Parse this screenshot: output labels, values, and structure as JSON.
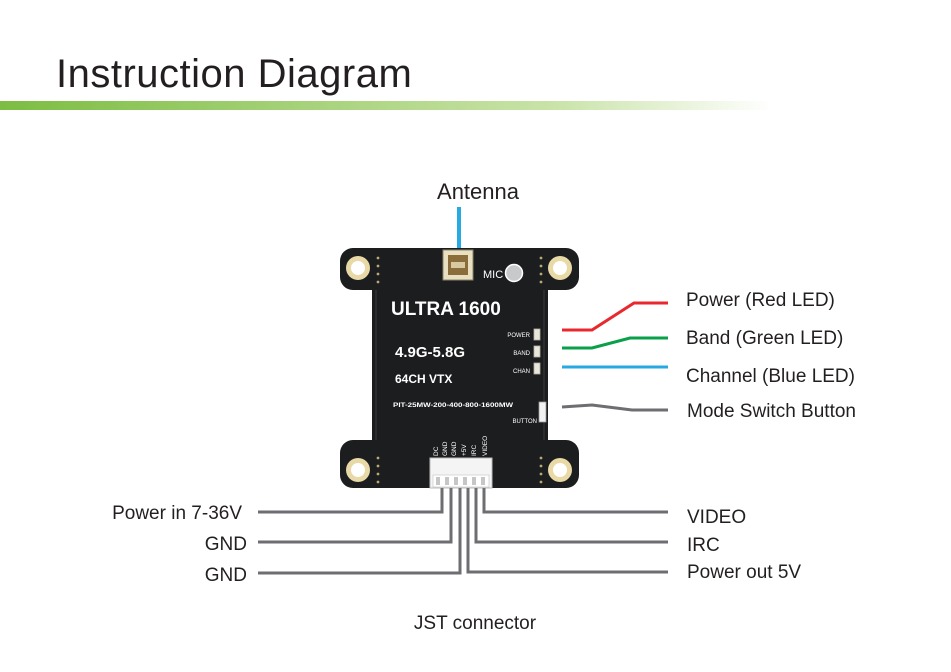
{
  "title": "Instruction Diagram",
  "colors": {
    "title_bar_start": "#7cbd42",
    "title_bar_mid": "#c9e3a8",
    "red_led": "#e8282d",
    "green_led": "#0aa04a",
    "blue_led": "#27aae1",
    "leader_gray": "#6d6e71",
    "antenna": "#27aae1",
    "pcb": "#1c1d1f",
    "mounting_pad": "#e8d9a6"
  },
  "labels": {
    "antenna": "Antenna",
    "power_led": "Power (Red LED)",
    "band_led": "Band (Green LED)",
    "channel_led": "Channel (Blue LED)",
    "mode_button": "Mode Switch Button",
    "power_in": "Power in 7-36V",
    "gnd_1": "GND",
    "gnd_2": "GND",
    "video": "VIDEO",
    "irc": "IRC",
    "power_out": "Power out 5V",
    "jst": "JST connector"
  },
  "board": {
    "mic": "MIC",
    "model": "ULTRA 1600",
    "freq": "4.9G-5.8G",
    "channels": "64CH VTX",
    "power_levels": "PIT-25MW-200-400-800-1600MW",
    "led_power": "POWER",
    "led_band": "BAND",
    "led_chan": "CHAN",
    "button": "BUTTON",
    "pins": [
      "DC",
      "GND",
      "GND",
      "+5V",
      "IRC",
      "VIDEO"
    ]
  }
}
